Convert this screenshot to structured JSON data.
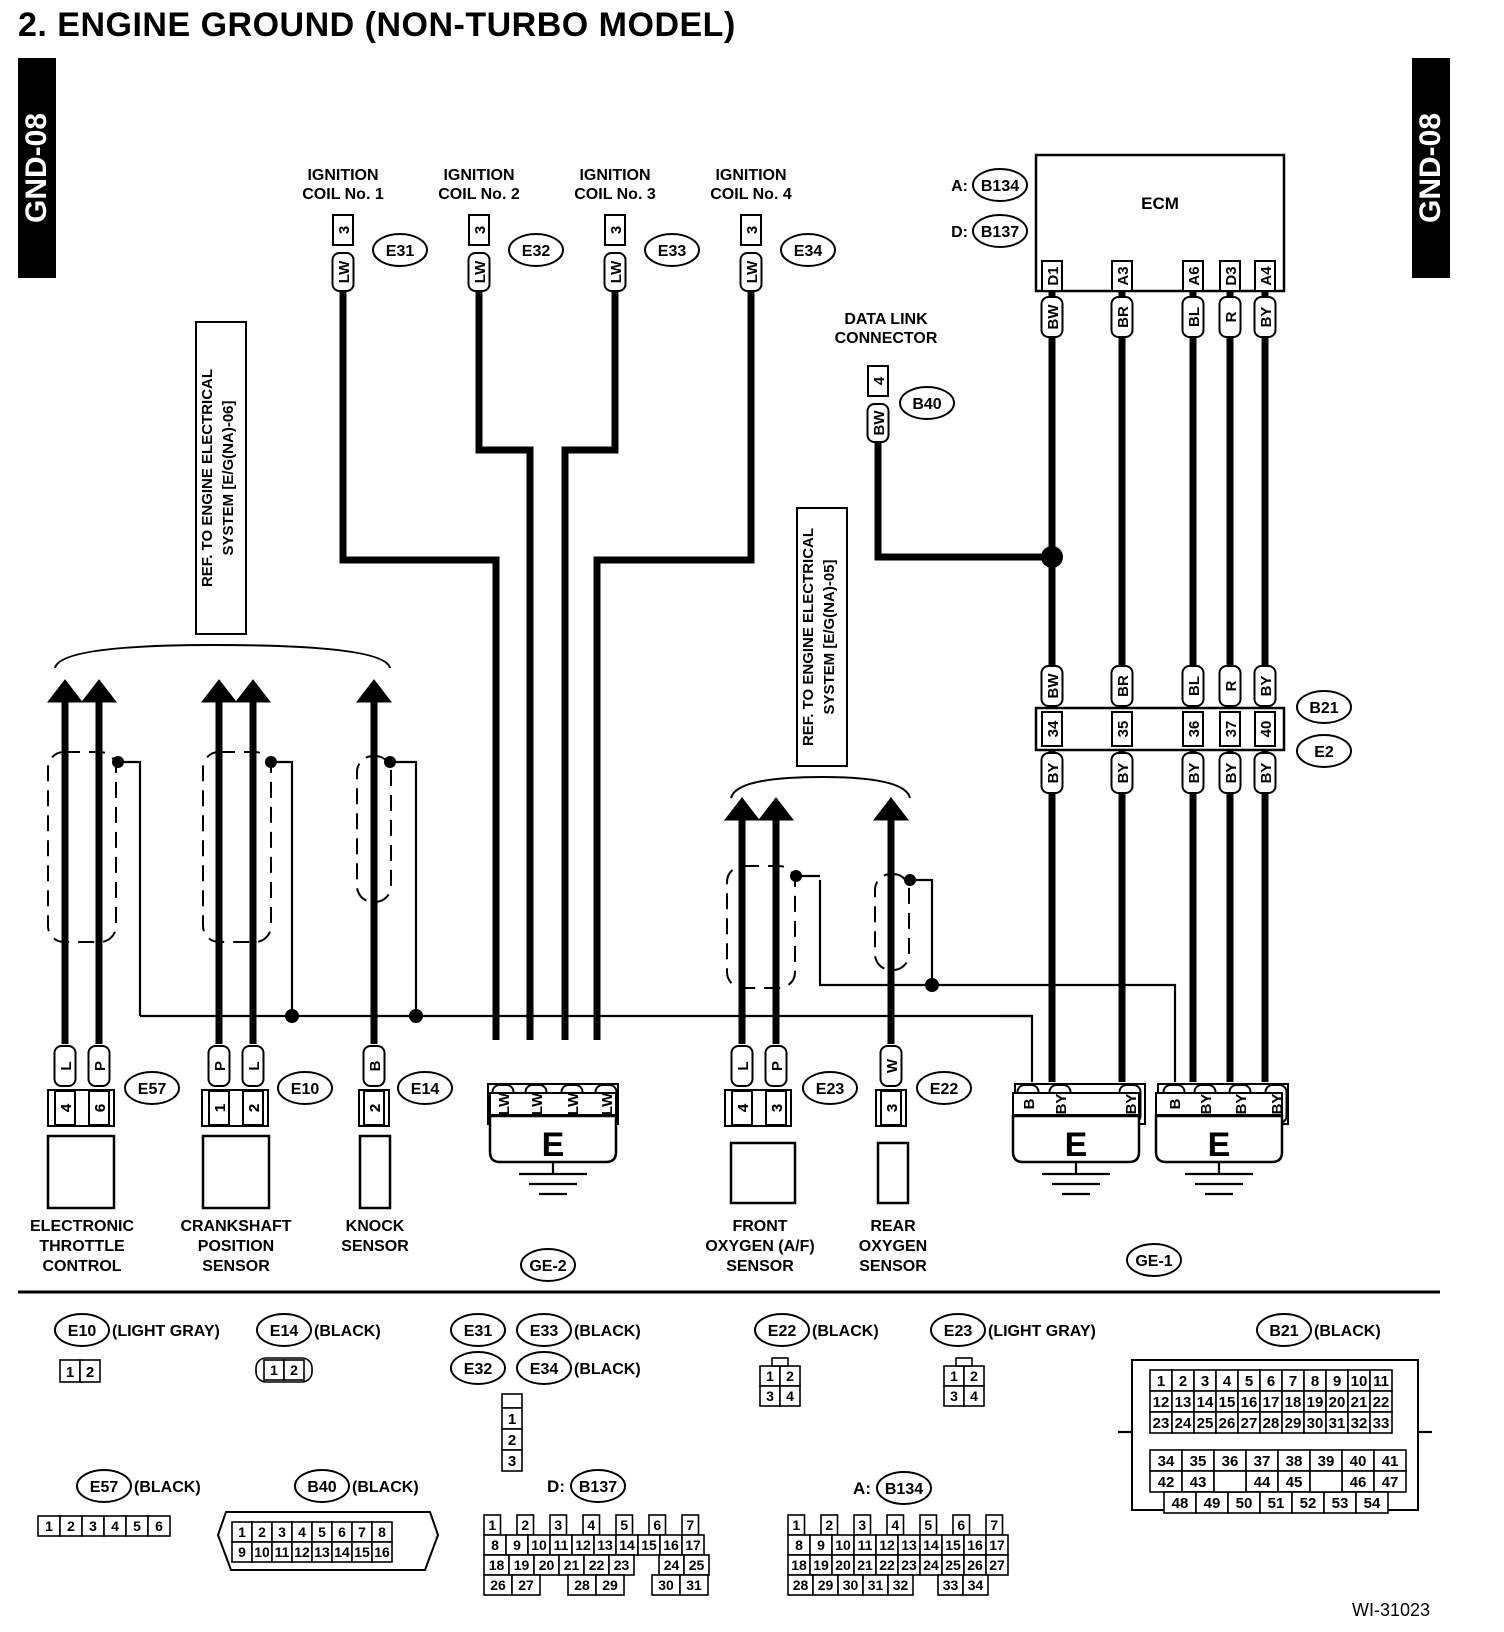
{
  "title": "2.  ENGINE GROUND (NON-TURBO MODEL)",
  "section_tab": "GND-08",
  "figure_code": "WI-31023",
  "colors": {
    "ink": "#000000",
    "paper": "#ffffff"
  },
  "ignition_coils": [
    {
      "label_1": "IGNITION",
      "label_2": "COIL No. 1",
      "connector": "E31",
      "pin": "3",
      "wire": "LW"
    },
    {
      "label_1": "IGNITION",
      "label_2": "COIL No. 2",
      "connector": "E32",
      "pin": "3",
      "wire": "LW"
    },
    {
      "label_1": "IGNITION",
      "label_2": "COIL No. 3",
      "connector": "E33",
      "pin": "3",
      "wire": "LW"
    },
    {
      "label_1": "IGNITION",
      "label_2": "COIL No. 4",
      "connector": "E34",
      "pin": "3",
      "wire": "LW"
    }
  ],
  "ecm": {
    "label": "ECM",
    "connectors": [
      {
        "prefix": "A:",
        "code": "B134"
      },
      {
        "prefix": "D:",
        "code": "B137"
      }
    ],
    "pins": [
      {
        "pin": "D1",
        "wire": "BW"
      },
      {
        "pin": "A3",
        "wire": "BR"
      },
      {
        "pin": "A6",
        "wire": "BL"
      },
      {
        "pin": "D3",
        "wire": "R"
      },
      {
        "pin": "A4",
        "wire": "BY"
      }
    ]
  },
  "data_link": {
    "label_1": "DATA LINK",
    "label_2": "CONNECTOR",
    "connector": "B40",
    "pin": "4",
    "wire": "BW"
  },
  "joint_connector": {
    "codes": [
      "B21",
      "E2"
    ],
    "top_wires": [
      "BW",
      "BR",
      "BL",
      "R",
      "BY"
    ],
    "pins": [
      "34",
      "35",
      "36",
      "37",
      "40"
    ],
    "bottom_wires": [
      "BY",
      "BY",
      "BY",
      "BY",
      "BY"
    ]
  },
  "refs": [
    {
      "line_1": "REF. TO ENGINE ELECTRICAL",
      "line_2": "SYSTEM [E/G(NA)-06]"
    },
    {
      "line_1": "REF. TO ENGINE ELECTRICAL",
      "line_2": "SYSTEM [E/G(NA)-05]"
    }
  ],
  "sensors": [
    {
      "label_lines": [
        "ELECTRONIC",
        "THROTTLE",
        "CONTROL"
      ],
      "connector": "E57",
      "pins": [
        "4",
        "6"
      ],
      "wires": [
        "L",
        "P"
      ]
    },
    {
      "label_lines": [
        "CRANKSHAFT",
        "POSITION",
        "SENSOR"
      ],
      "connector": "E10",
      "pins": [
        "1",
        "2"
      ],
      "wires": [
        "P",
        "L"
      ]
    },
    {
      "label_lines": [
        "KNOCK",
        "SENSOR"
      ],
      "connector": "E14",
      "pins": [
        "2"
      ],
      "wires": [
        "B"
      ]
    },
    {
      "label_lines": [
        "FRONT",
        "OXYGEN (A/F)",
        "SENSOR"
      ],
      "connector": "E23",
      "pins": [
        "4",
        "3"
      ],
      "wires": [
        "L",
        "P"
      ]
    },
    {
      "label_lines": [
        "REAR",
        "OXYGEN",
        "SENSOR"
      ],
      "connector": "E22",
      "pins": [
        "3"
      ],
      "wires": [
        "W"
      ]
    }
  ],
  "grounds": {
    "symbol": "E",
    "ge2": {
      "label": "GE-2",
      "wires": [
        "LW",
        "LW",
        "LW",
        "LW"
      ]
    },
    "ge1": {
      "label": "GE-1",
      "left_wires": [
        "B",
        "BY",
        "BY"
      ],
      "right_wires": [
        "B",
        "BY",
        "BY",
        "BY"
      ]
    }
  },
  "legend": [
    {
      "code": "E10",
      "color": "(LIGHT GRAY)",
      "pins": [
        [
          "1",
          "2"
        ]
      ]
    },
    {
      "code": "E14",
      "color": "(BLACK)",
      "pins": [
        [
          "1",
          "2"
        ]
      ]
    },
    {
      "code": "E31",
      "pair": "E33",
      "color": "(BLACK)"
    },
    {
      "code": "E32",
      "pair": "E34",
      "color": "(BLACK)",
      "pins": [
        [
          "1"
        ],
        [
          "2"
        ],
        [
          "3"
        ]
      ]
    },
    {
      "code": "E22",
      "color": "(BLACK)",
      "pins": [
        [
          "1",
          "2"
        ],
        [
          "3",
          "4"
        ]
      ]
    },
    {
      "code": "E23",
      "color": "(LIGHT GRAY)",
      "pins": [
        [
          "1",
          "2"
        ],
        [
          "3",
          "4"
        ]
      ]
    },
    {
      "code": "B21",
      "color": "(BLACK)",
      "pins": [
        [
          "1",
          "2",
          "3",
          "4",
          "5",
          "6",
          "7",
          "8",
          "9",
          "10",
          "11"
        ],
        [
          "12",
          "13",
          "14",
          "15",
          "16",
          "17",
          "18",
          "19",
          "20",
          "21",
          "22"
        ],
        [
          "23",
          "24",
          "25",
          "26",
          "27",
          "28",
          "29",
          "30",
          "31",
          "32",
          "33"
        ],
        [
          "34",
          "35",
          "36",
          "37",
          "38",
          "39",
          "40",
          "41"
        ],
        [
          "42",
          "43",
          "",
          "44",
          "45",
          "",
          "46",
          "47"
        ],
        [
          "48",
          "49",
          "50",
          "51",
          "52",
          "53",
          "54"
        ]
      ]
    },
    {
      "code": "E57",
      "color": "(BLACK)",
      "pins": [
        [
          "1",
          "2",
          "3",
          "4",
          "5",
          "6"
        ]
      ]
    },
    {
      "code": "B40",
      "color": "(BLACK)",
      "pins": [
        [
          "1",
          "2",
          "3",
          "4",
          "5",
          "6",
          "7",
          "8"
        ],
        [
          "9",
          "10",
          "11",
          "12",
          "13",
          "14",
          "15",
          "16"
        ]
      ]
    },
    {
      "code": "B137",
      "prefix": "D:",
      "pins": [
        [
          "1",
          "",
          "2",
          "",
          "3",
          "",
          "4",
          "",
          "5",
          "",
          "6",
          "",
          "7"
        ],
        [
          "8",
          "9",
          "10",
          "11",
          "12",
          "13",
          "14",
          "15",
          "16",
          "17"
        ],
        [
          "18",
          "19",
          "20",
          "21",
          "22",
          "23",
          "",
          "24",
          "25"
        ],
        [
          "26",
          "27",
          "",
          "28",
          "29",
          "",
          "30",
          "31"
        ]
      ]
    },
    {
      "code": "B134",
      "prefix": "A:",
      "pins": [
        [
          "1",
          "",
          "2",
          "",
          "3",
          "",
          "4",
          "",
          "5",
          "",
          "6",
          "",
          "7"
        ],
        [
          "8",
          "9",
          "10",
          "11",
          "12",
          "13",
          "14",
          "15",
          "16",
          "17"
        ],
        [
          "18",
          "19",
          "20",
          "21",
          "22",
          "23",
          "24",
          "25",
          "26",
          "27"
        ],
        [
          "28",
          "29",
          "30",
          "31",
          "32",
          "",
          "33",
          "34"
        ]
      ]
    }
  ]
}
